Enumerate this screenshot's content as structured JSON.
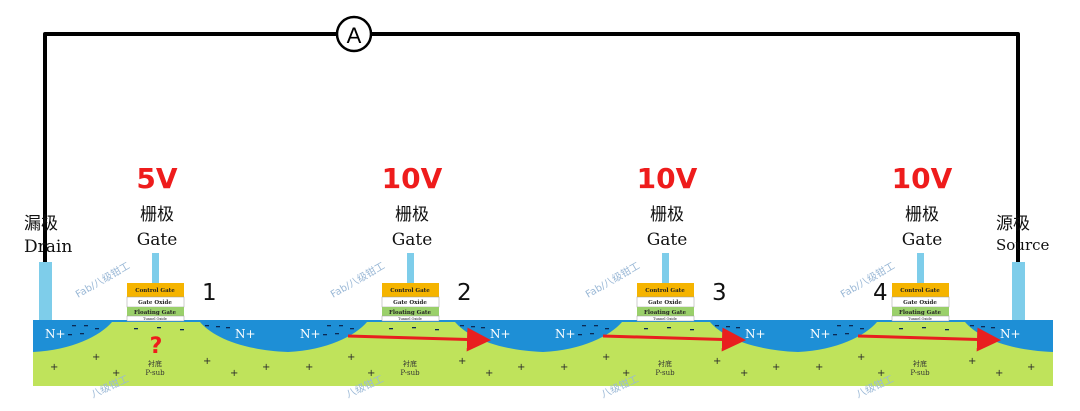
{
  "ammeter": {
    "symbol": "A"
  },
  "drain": {
    "cn": "漏极",
    "en": "Drain"
  },
  "source": {
    "cn": "源极",
    "en": "Source"
  },
  "watermark": {
    "text_a": "Fab/八级钳工",
    "text_b": "八级钳工"
  },
  "cells": [
    {
      "voltage": "5V",
      "gate_cn": "栅极",
      "gate_en": "Gate",
      "number": "1",
      "control_gate": "Control Gate",
      "gate_oxide": "Gate Oxide",
      "floating_gate": "Floating Gate",
      "tunnel_oxide": "Tunnel Oxide",
      "n_left": "N+",
      "n_right": "N+",
      "substrate_cn": "衬底",
      "substrate_en": "P-sub",
      "question": "?",
      "has_arrow": false
    },
    {
      "voltage": "10V",
      "gate_cn": "栅极",
      "gate_en": "Gate",
      "number": "2",
      "control_gate": "Control Gate",
      "gate_oxide": "Gate Oxide",
      "floating_gate": "Floating Gate",
      "tunnel_oxide": "Tunnel Oxide",
      "n_left": "N+",
      "n_right": "N+",
      "substrate_cn": "衬底",
      "substrate_en": "P-sub",
      "question": "",
      "has_arrow": true
    },
    {
      "voltage": "10V",
      "gate_cn": "栅极",
      "gate_en": "Gate",
      "number": "3",
      "control_gate": "Control Gate",
      "gate_oxide": "Gate Oxide",
      "floating_gate": "Floating Gate",
      "tunnel_oxide": "Tunnel Oxide",
      "n_left": "N+",
      "n_right": "N+",
      "substrate_cn": "衬底",
      "substrate_en": "P-sub",
      "question": "",
      "has_arrow": true
    },
    {
      "voltage": "10V",
      "gate_cn": "栅极",
      "gate_en": "Gate",
      "number": "4",
      "control_gate": "Control Gate",
      "gate_oxide": "Gate Oxide",
      "floating_gate": "Floating Gate",
      "tunnel_oxide": "Tunnel Oxide",
      "n_left": "N+",
      "n_right": "N+",
      "substrate_cn": "衬底",
      "substrate_en": "P-sub",
      "question": "",
      "has_arrow": true
    }
  ],
  "colors": {
    "n_region": "#1e8fd6",
    "substrate": "#bfe35b",
    "control_gate": "#f5b400",
    "floating_gate": "#9ad06a",
    "oxide": "#ffffff",
    "contact": "#7ecdea",
    "voltage_text": "#ee1c1c",
    "arrow": "#e81f1f",
    "wire": "#000000",
    "watermark": "#9ab8d6"
  }
}
